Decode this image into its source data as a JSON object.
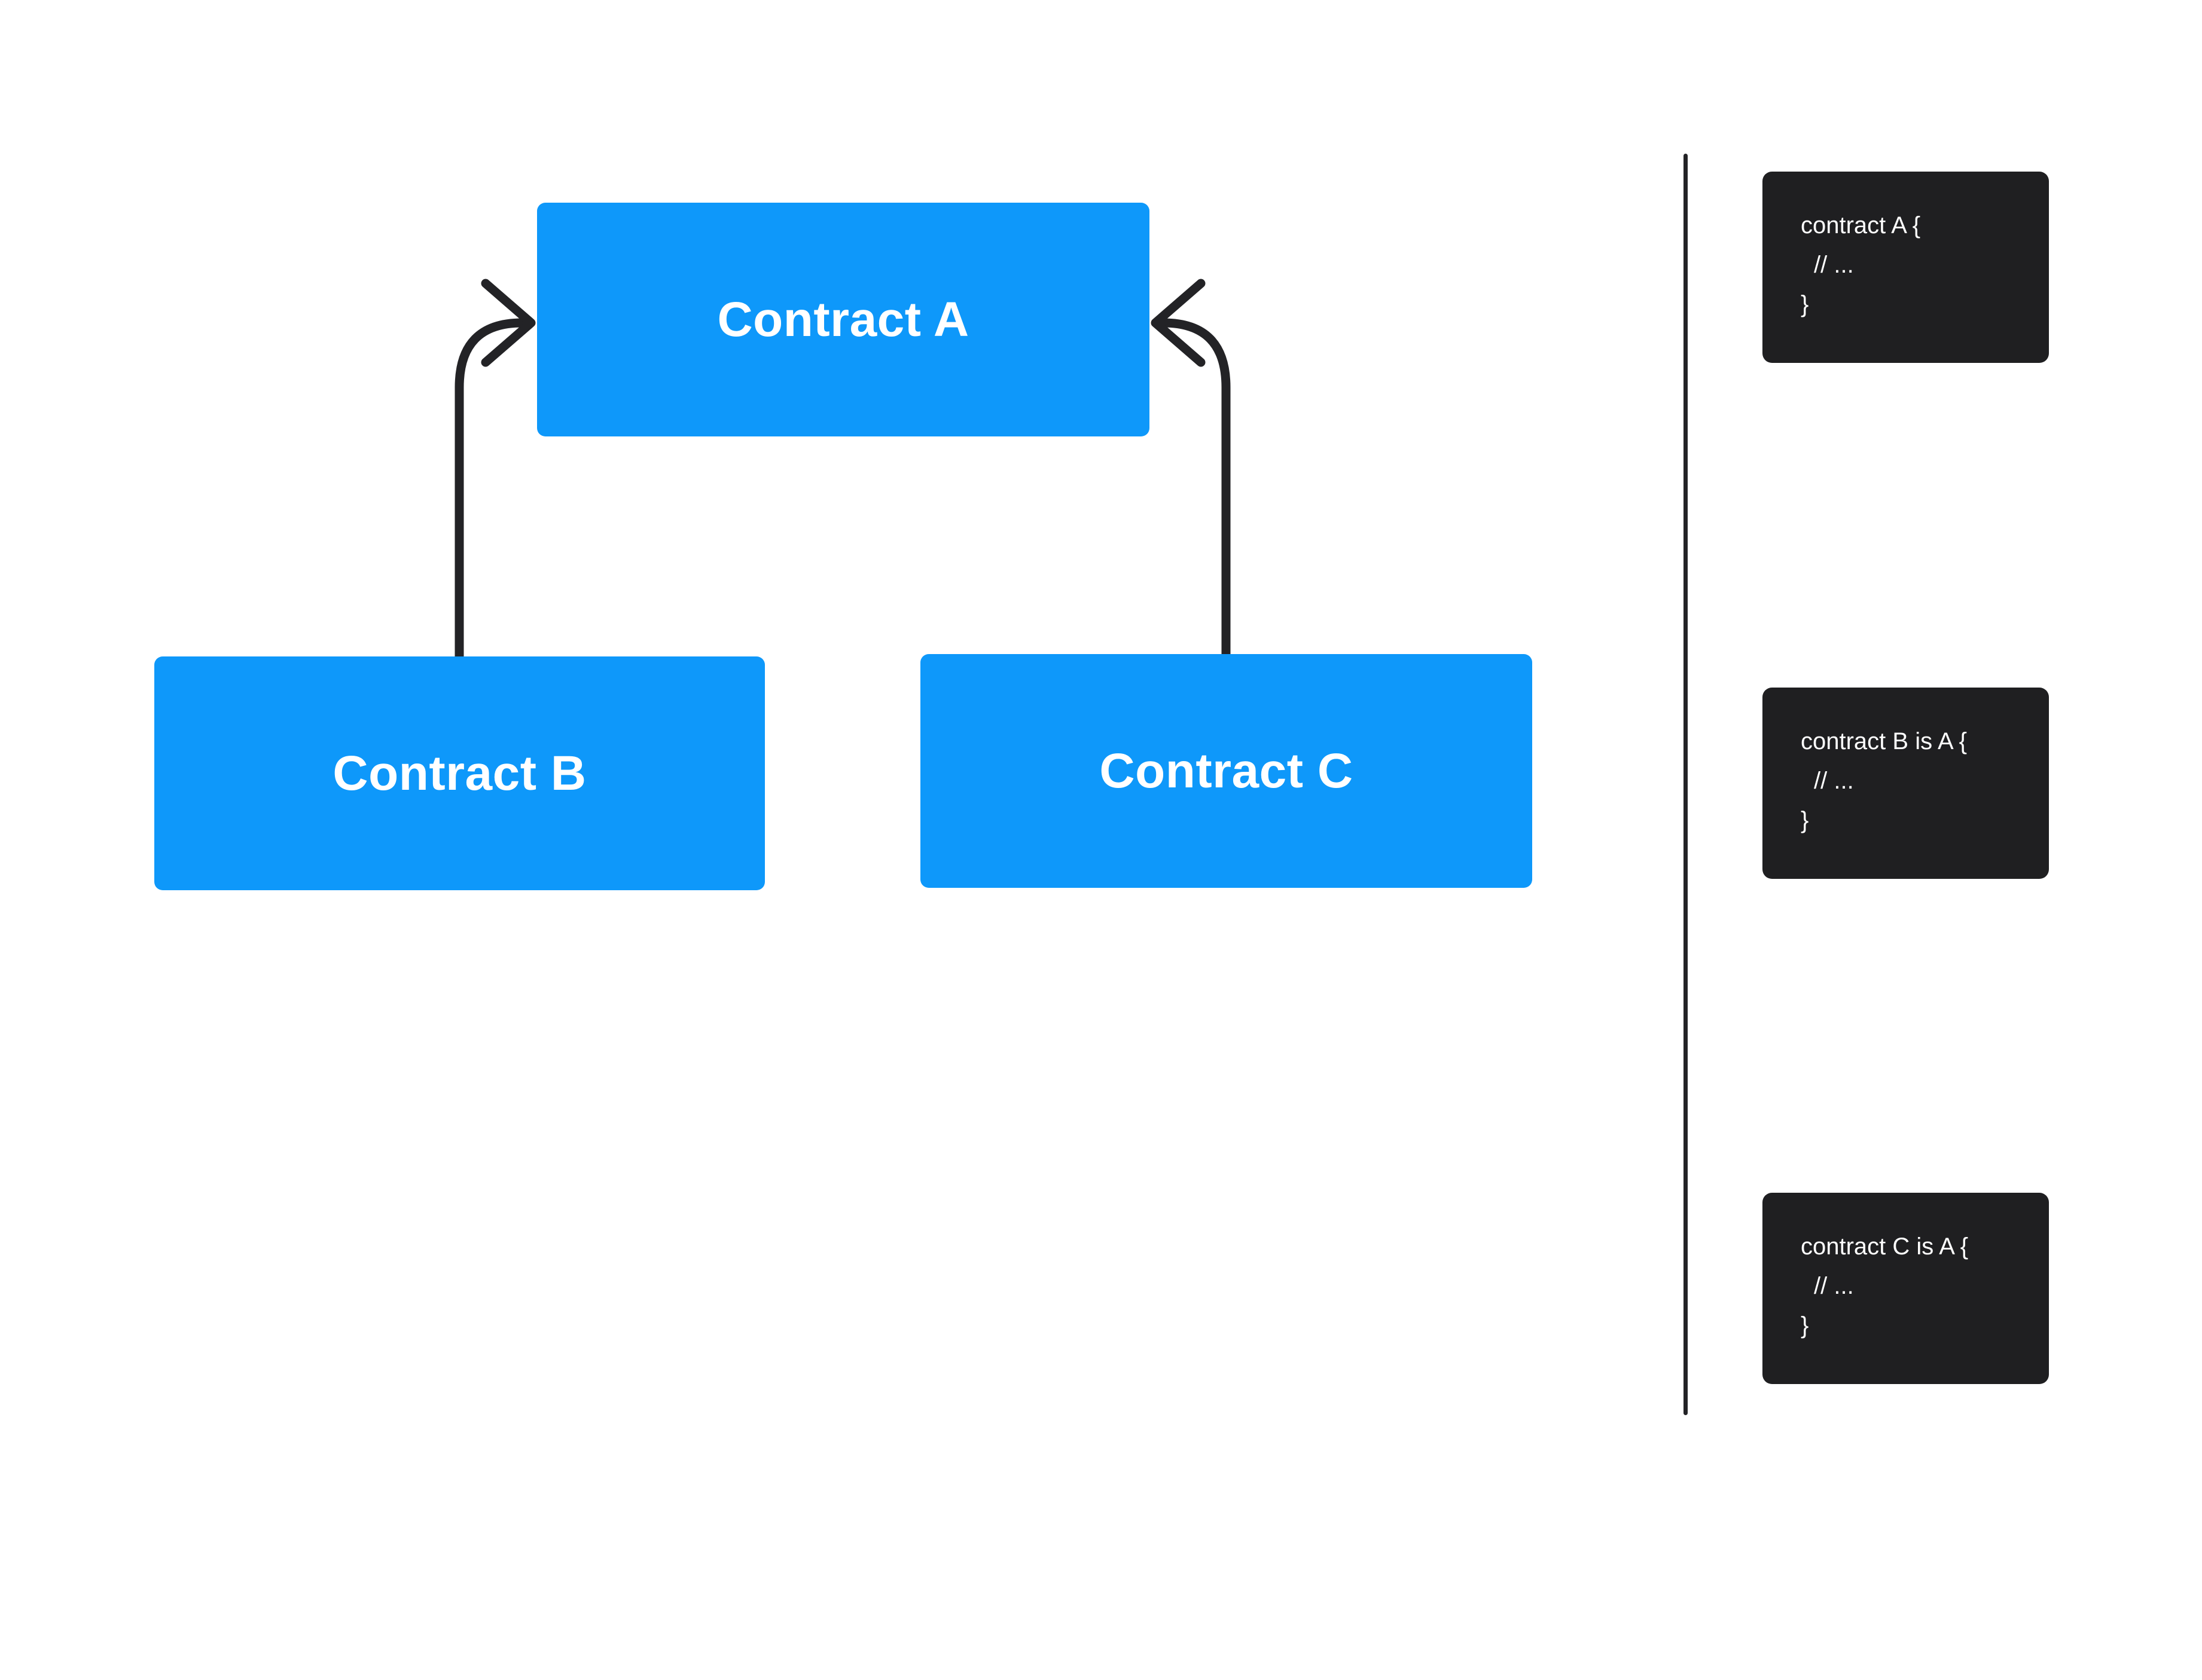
{
  "canvas": {
    "background": "#ffffff"
  },
  "colors": {
    "node_fill": "#0e98fa",
    "node_text": "#ffffff",
    "edge_stroke": "#232326",
    "code_bg": "#1f1f21",
    "code_text": "#ffffff"
  },
  "nodes": [
    {
      "id": "contract-a",
      "label": "Contract A"
    },
    {
      "id": "contract-b",
      "label": "Contract B"
    },
    {
      "id": "contract-c",
      "label": "Contract C"
    }
  ],
  "edges": [
    {
      "from": "contract-b",
      "to": "contract-a"
    },
    {
      "from": "contract-c",
      "to": "contract-a"
    }
  ],
  "code_blocks": [
    {
      "id": "code-contract-a",
      "lines": [
        "contract A {",
        "// ...",
        "}"
      ]
    },
    {
      "id": "code-contract-b",
      "lines": [
        "contract B is A {",
        "// ...",
        "}"
      ]
    },
    {
      "id": "code-contract-c",
      "lines": [
        "contract C is A {",
        "// ...",
        "}"
      ]
    }
  ]
}
